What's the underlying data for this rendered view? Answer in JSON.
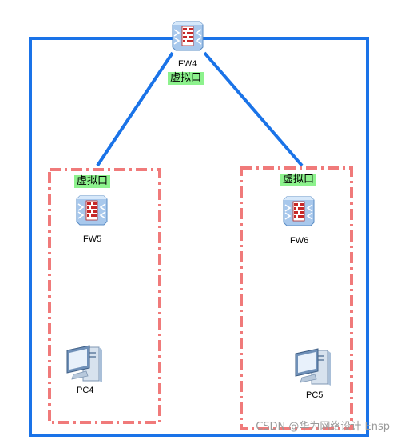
{
  "devices": {
    "fw4": {
      "label": "FW4",
      "icon": "firewall-icon"
    },
    "fw5": {
      "label": "FW5",
      "icon": "firewall-icon"
    },
    "fw6": {
      "label": "FW6",
      "icon": "firewall-icon"
    },
    "pc4": {
      "label": "PC4",
      "icon": "pc-icon"
    },
    "pc5": {
      "label": "PC5",
      "icon": "pc-icon"
    }
  },
  "virtual_ports": {
    "fw4": "虚拟口",
    "fw5": "虚拟口",
    "fw6": "虚拟口"
  },
  "watermark": "CSDN @华为网络设计 Ensp",
  "colors": {
    "outer_frame": "#1a73e8",
    "links": "#1a73e8",
    "virtual_boxes": "#f07a7a",
    "virtual_port_bg": "#8df28d"
  }
}
